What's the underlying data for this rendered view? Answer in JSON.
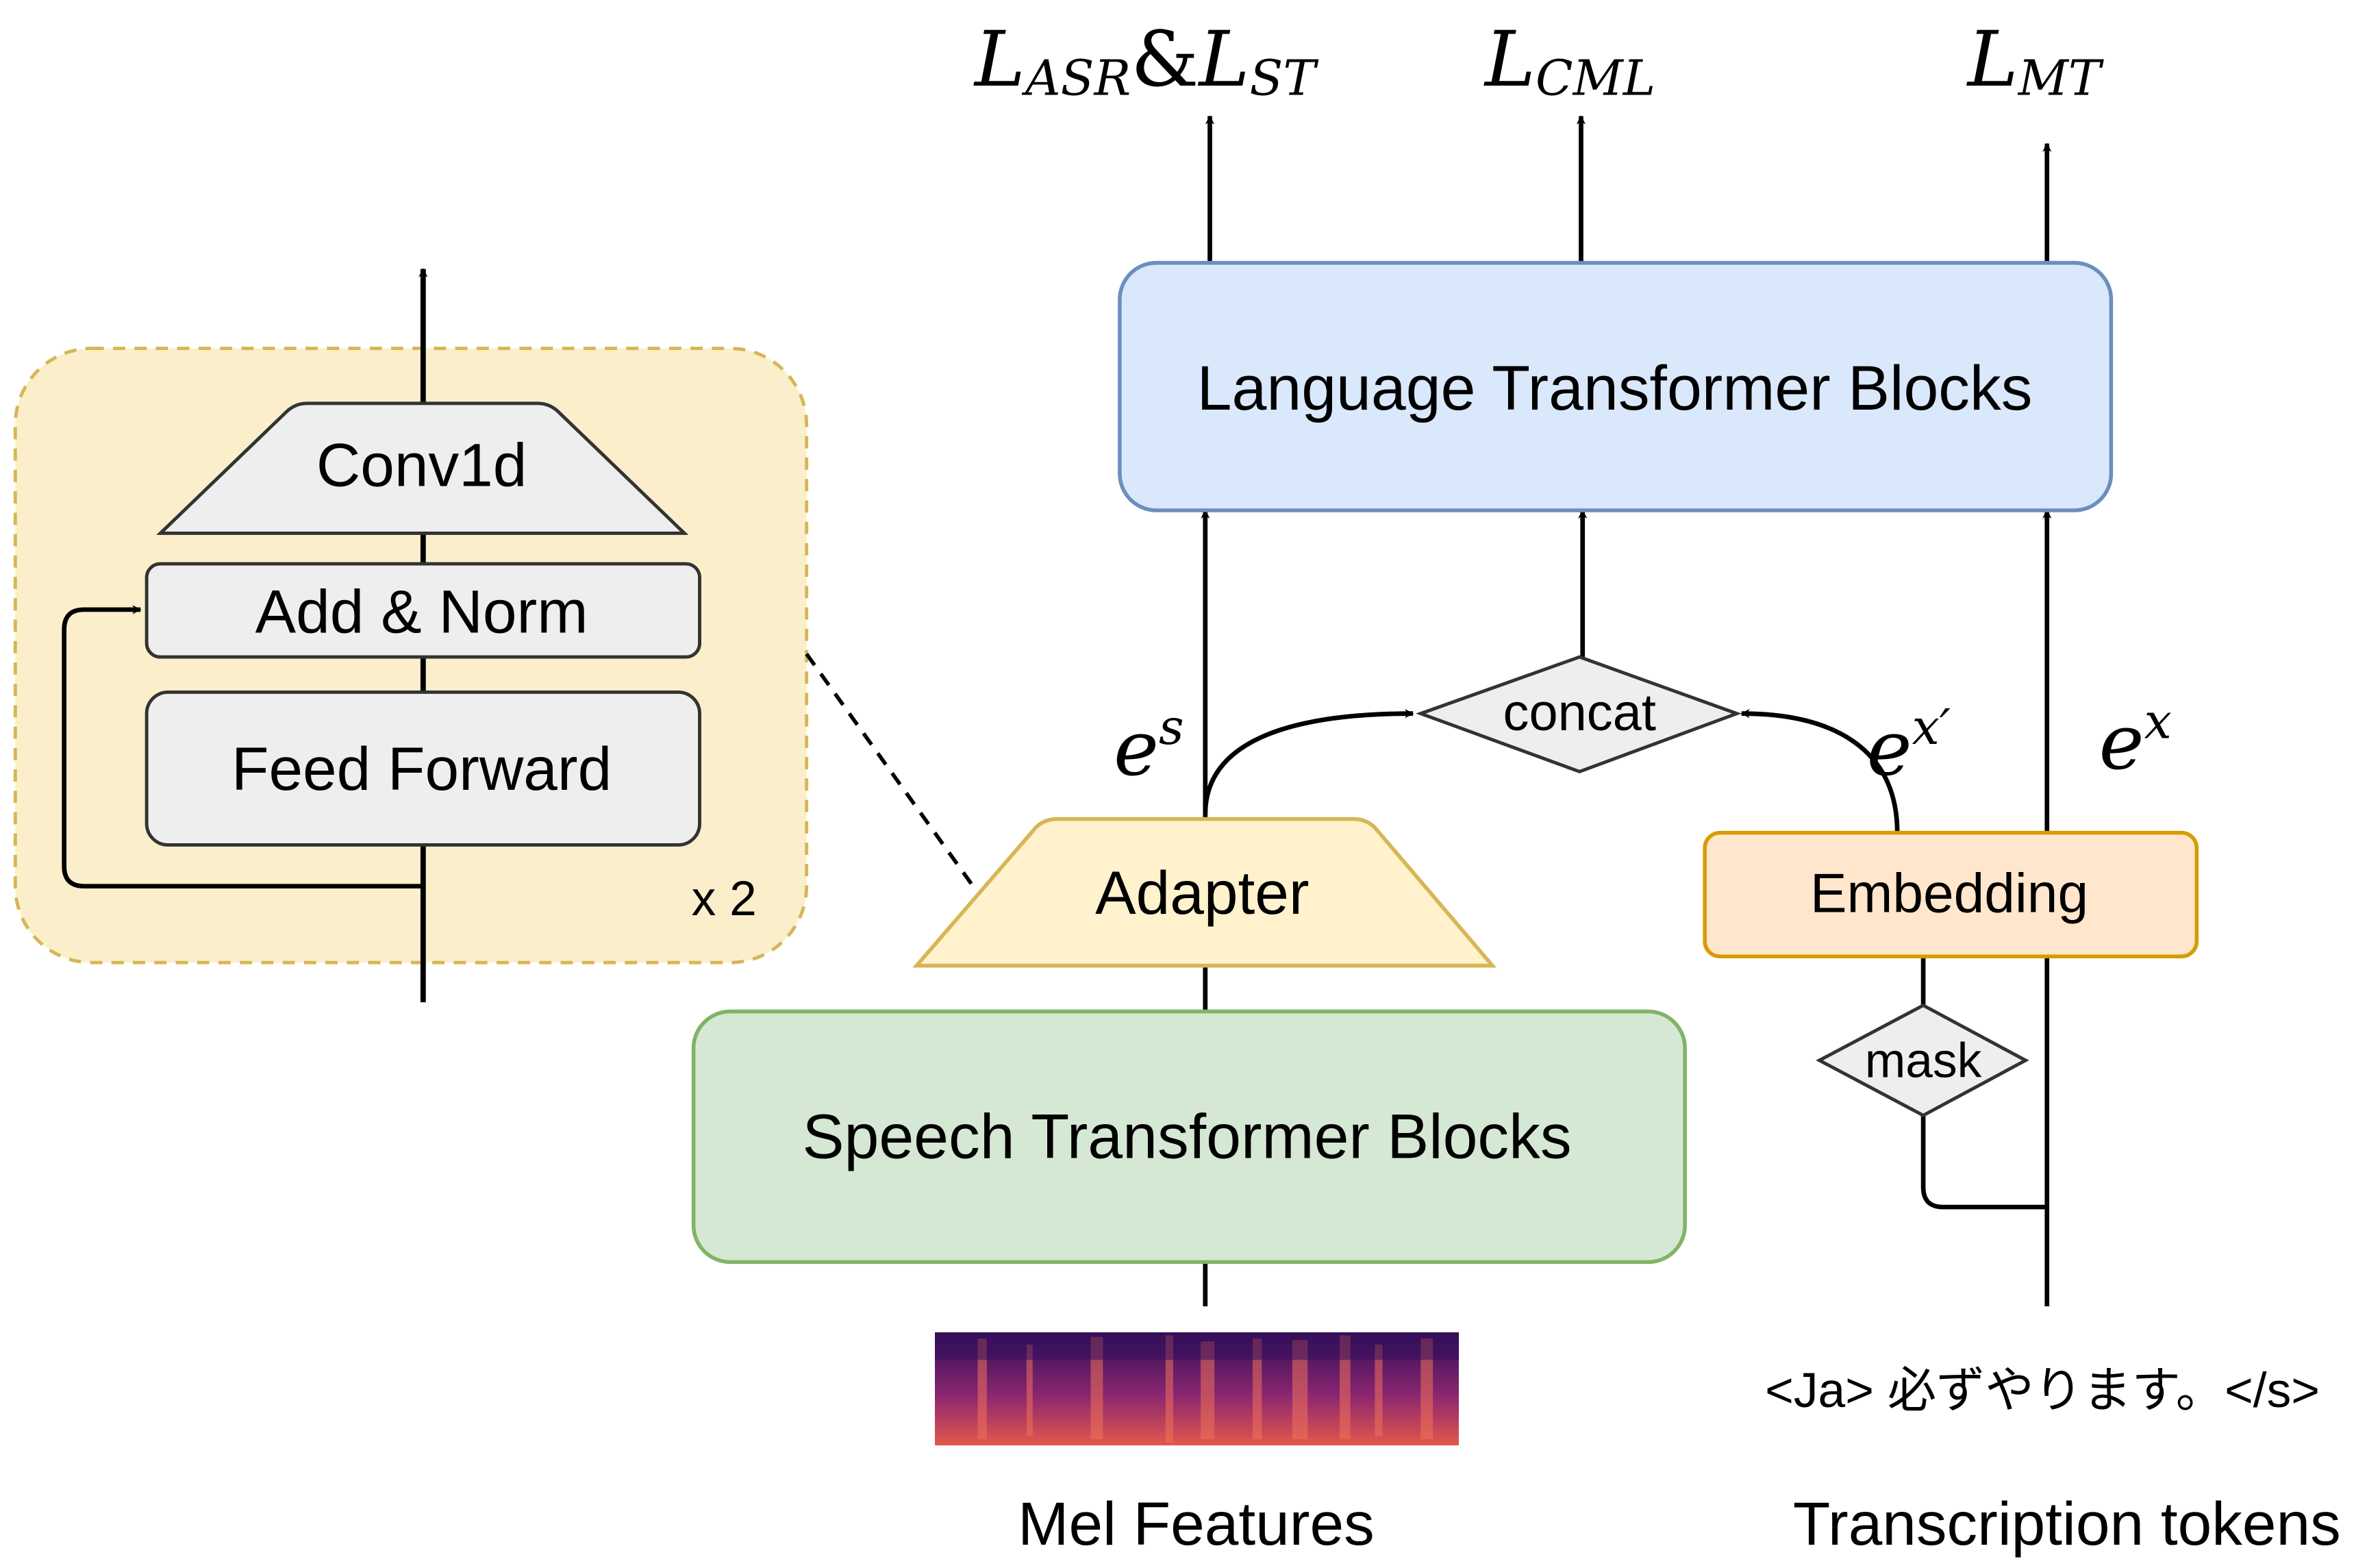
{
  "losses": {
    "asr_st": {
      "main": "L",
      "sub1": "ASR",
      "amp": "&",
      "main2": "L",
      "sub2": "ST"
    },
    "cml": {
      "main": "L",
      "sub": "CML"
    },
    "mt": {
      "main": "L",
      "sub": "MT"
    }
  },
  "blocks": {
    "language": "Language Transformer Blocks",
    "speech": "Speech Transformer Blocks",
    "adapter": "Adapter",
    "embedding": "Embedding",
    "concat": "concat",
    "mask": "mask"
  },
  "adapter_detail": {
    "conv": "Conv1d",
    "add_norm": "Add & Norm",
    "feed_forward": "Feed Forward",
    "repeat": "x 2"
  },
  "embeddings": {
    "es": {
      "base": "e",
      "sup": "s"
    },
    "ex_prime": {
      "base": "e",
      "sup": "x′"
    },
    "ex": {
      "base": "e",
      "sup": "x"
    }
  },
  "inputs": {
    "token_sequence": "<Ja> 必ずやります。</s>",
    "mel_label": "Mel Features",
    "tokens_label": "Transcription tokens"
  },
  "colors": {
    "language_fill": "#dae8fc",
    "language_stroke": "#6c8ebf",
    "speech_fill": "#d5e8d4",
    "speech_stroke": "#82b366",
    "adapter_fill": "#fff2cc",
    "adapter_stroke": "#d6b656",
    "embedding_fill": "#ffe6cc",
    "embedding_stroke": "#d79b00",
    "detail_fill": "#fbefcb",
    "detail_stroke": "#d6b656",
    "gray_fill": "#eeeeee",
    "gray_stroke": "#333333"
  }
}
